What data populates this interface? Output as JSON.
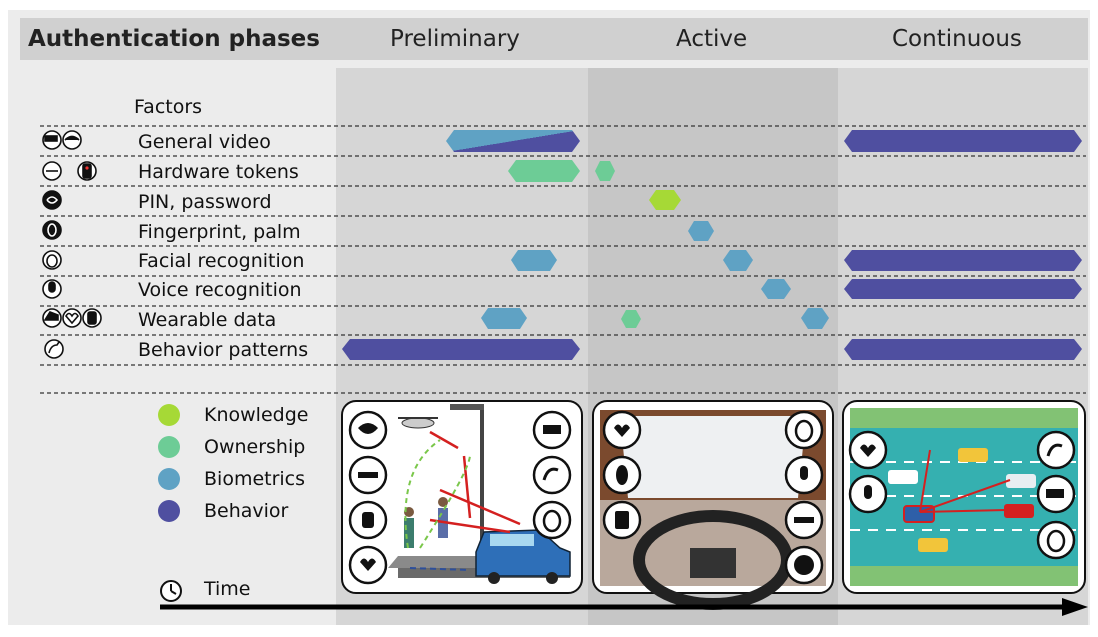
{
  "header": {
    "title": "Authentication phases",
    "phases": [
      "Preliminary",
      "Active",
      "Continuous"
    ]
  },
  "factors_heading": "Factors",
  "factors": [
    {
      "label": "General video",
      "icons": [
        "cctv-camera-icon",
        "eye-icon"
      ]
    },
    {
      "label": "Hardware tokens",
      "icons": [
        "key-icon",
        "phone-icon"
      ]
    },
    {
      "label": "PIN, password",
      "icons": [
        "brain-icon"
      ]
    },
    {
      "label": "Fingerprint, palm",
      "icons": [
        "fingerprint-icon"
      ]
    },
    {
      "label": "Facial recognition",
      "icons": [
        "face-icon"
      ]
    },
    {
      "label": "Voice recognition",
      "icons": [
        "microphone-icon"
      ]
    },
    {
      "label": "Wearable data",
      "icons": [
        "shoe-icon",
        "heartbeat-icon",
        "smartwatch-icon"
      ]
    },
    {
      "label": "Behavior patterns",
      "icons": [
        "gesture-icon"
      ]
    }
  ],
  "legend": [
    {
      "label": "Knowledge",
      "color": "#a6d936"
    },
    {
      "label": "Ownership",
      "color": "#6dcc96"
    },
    {
      "label": "Biometrics",
      "color": "#5fa2c4"
    },
    {
      "label": "Behavior",
      "color": "#4f4fa0"
    }
  ],
  "time_label": "Time"
}
